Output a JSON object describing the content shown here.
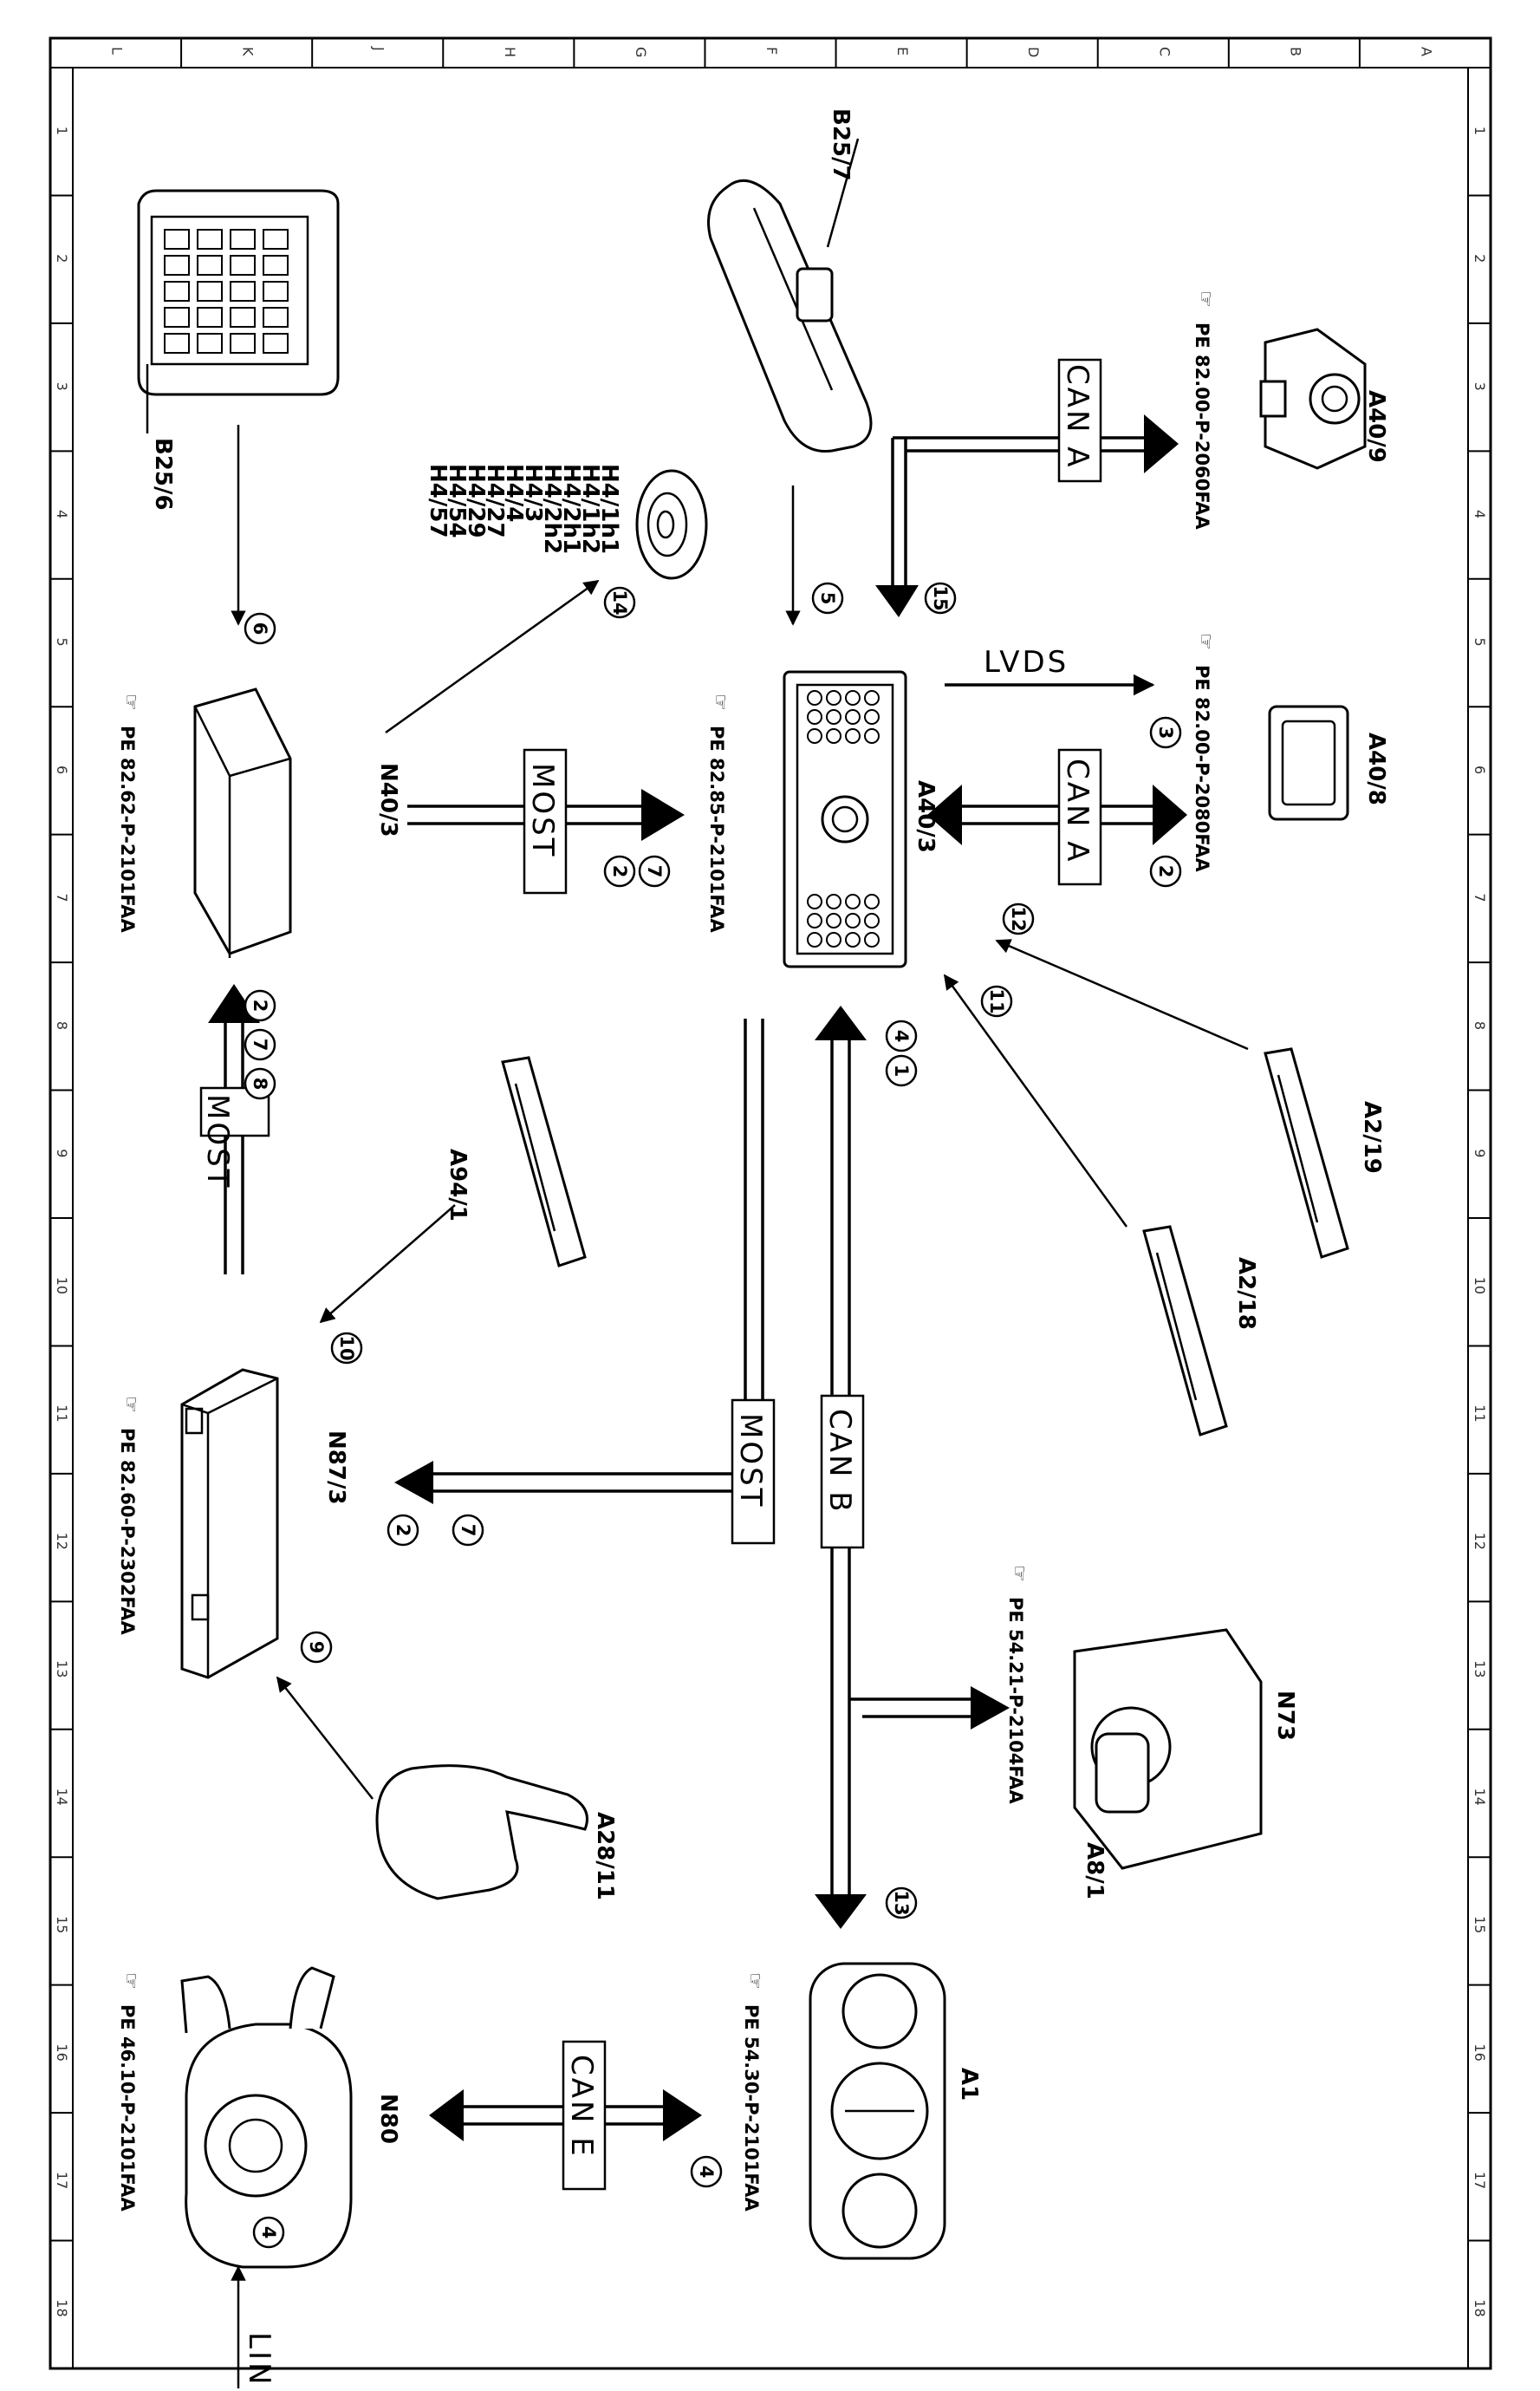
{
  "grid": {
    "rows": [
      "1",
      "2",
      "3",
      "4",
      "5",
      "6",
      "7",
      "8",
      "9",
      "10",
      "11",
      "12",
      "13",
      "14",
      "15",
      "16",
      "17",
      "18"
    ],
    "cols": [
      "L",
      "K",
      "J",
      "H",
      "G",
      "F",
      "E",
      "D",
      "C",
      "B",
      "A"
    ]
  },
  "components": {
    "b25_7": {
      "label": "B25/7"
    },
    "a40_9": {
      "label": "A40/9",
      "ref": "PE 82.00-P-2060FAA"
    },
    "a40_8": {
      "label": "A40/8",
      "ref": "PE 82.00-P-2080FAA"
    },
    "a40_3": {
      "label": "A40/3",
      "ref": "PE 82.85-P-2101FAA"
    },
    "b25_6": {
      "label": "B25/6"
    },
    "speaker": {
      "labels": [
        "H4/1h1",
        "H4/1h2",
        "H4/2h1",
        "H4/2h2",
        "H4/3",
        "H4/4",
        "H4/27",
        "H4/29",
        "H4/54",
        "H4/57"
      ]
    },
    "n40_3": {
      "label": "N40/3",
      "ref": "PE 82.62-P-2101FAA"
    },
    "a2_19": {
      "label": "A2/19"
    },
    "a2_18": {
      "label": "A2/18"
    },
    "a94_1": {
      "label": "A94/1"
    },
    "n87_3": {
      "label": "N87/3",
      "ref": "PE 82.60-P-2302FAA"
    },
    "n73": {
      "label": "N73",
      "label2": "A8/1",
      "ref": "PE 54.21-P-2104FAA"
    },
    "a28_11": {
      "label": "A28/11"
    },
    "a1": {
      "label": "A1",
      "ref": "PE 54.30-P-2101FAA"
    },
    "n80": {
      "label": "N80",
      "ref": "PE 46.10-P-2101FAA"
    }
  },
  "buses": {
    "can_a": "CAN A",
    "can_b": "CAN B",
    "can_e": "CAN E",
    "most": "MOST",
    "lvds": "LVDS",
    "lin": "LIN"
  },
  "markers": {
    "m1": "1",
    "m2": "2",
    "m3": "3",
    "m4": "4",
    "m5": "5",
    "m6": "6",
    "m7": "7",
    "m8": "8",
    "m9": "9",
    "m10": "10",
    "m11": "11",
    "m12": "12",
    "m13": "13",
    "m14": "14",
    "m15": "15"
  }
}
